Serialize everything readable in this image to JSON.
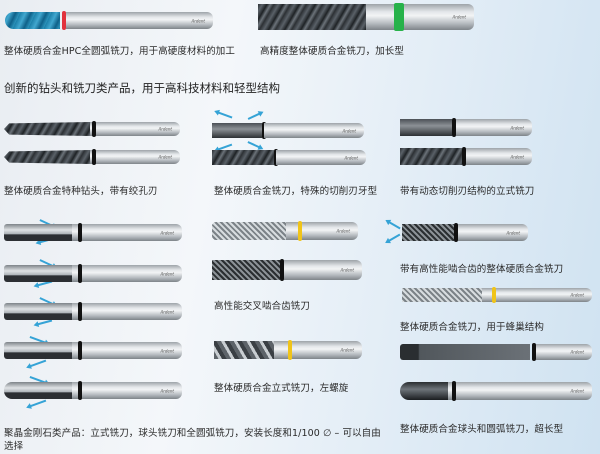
{
  "top": {
    "left_caption": "整体硬质合金HPC全圆弧铣刀，用于高硬度材料的加工",
    "right_caption": "高精度整体硬质合金铣刀，加长型"
  },
  "section_heading": "创新的钻头和铣刀类产品，用于高科技材料和轻型结构",
  "products": [
    {
      "caption": "整体硬质合金特种钻头，带有绞孔刃"
    },
    {
      "caption": "整体硬质合金铣刀，特殊的切削刃牙型"
    },
    {
      "caption": "带有动态切削刃结构的立式铣刀"
    },
    {
      "caption": "高性能交叉啮合齿铣刀"
    },
    {
      "caption": "带有高性能啮合齿的整体硬质合金铣刀"
    },
    {
      "caption": "整体硬质合金铣刀，用于蜂巢结构"
    },
    {
      "caption": "整体硬质合金立式铣刀，左螺旋"
    },
    {
      "caption": "整体硬质合金球头和圆弧铣刀，超长型"
    }
  ],
  "pcd_caption_line1": "聚晶金刚石类产品：立式铣刀，球头铣刀和全圆弧铣刀，安装长度和1/100 ∅ – 可以自由",
  "pcd_caption_line2": "选择",
  "brand_mark": "Ardent",
  "colors": {
    "ring_red": "#e2323c",
    "ring_green": "#27b24a",
    "ring_yellow": "#f0c419",
    "ring_black": "#111111",
    "coating_blue": "#2d95bd",
    "arrow_blue": "#35a3d6"
  }
}
